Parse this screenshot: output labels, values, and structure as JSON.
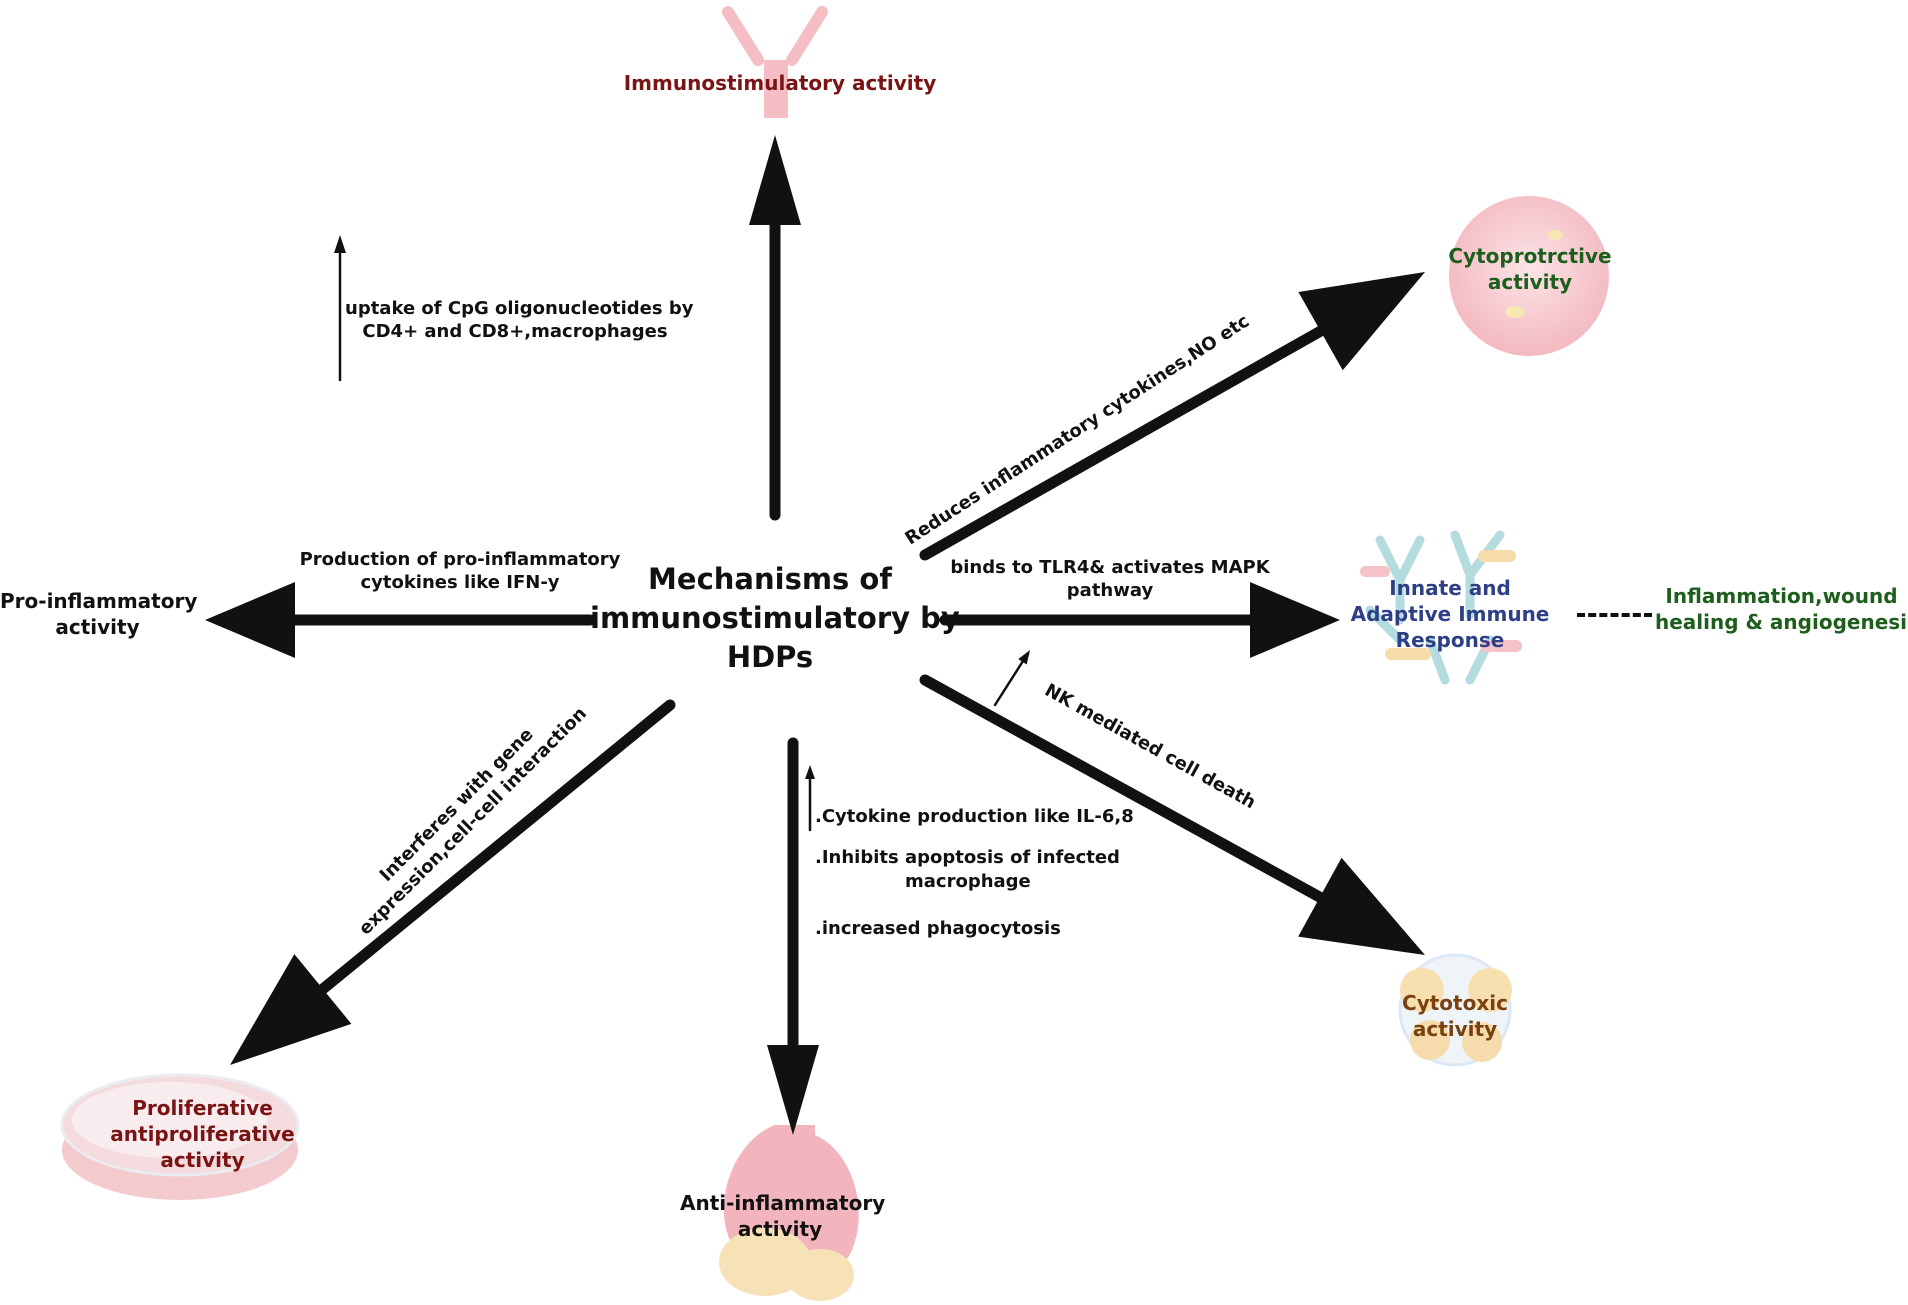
{
  "center": {
    "line1": "Mechanisms of",
    "line2": "immunostimulatory by",
    "line3": "HDPs"
  },
  "outcomes": {
    "immunostimulatory": "Immunostimulatory activity",
    "cytoprotective_1": "Cytoprotrctive",
    "cytoprotective_2": "activity",
    "pro_inflammatory_1": "Pro-inflammatory",
    "pro_inflammatory_2": "activity",
    "innate_1": "Innate and",
    "innate_2": "Adaptive Immune",
    "innate_3": "Response",
    "inflammation_1": "Inflammation,wound",
    "inflammation_2": "healing & angiogenesis",
    "cytotoxic_1": "Cytotoxic",
    "cytotoxic_2": "activity",
    "anti_inflammatory_1": "Anti-inflammatory",
    "anti_inflammatory_2": "activity",
    "proliferative_1": "Proliferative",
    "proliferative_2": "antiproliferative",
    "proliferative_3": "activity"
  },
  "edge_labels": {
    "cpg_1": "uptake of CpG oligonucleotides by",
    "cpg_2": "CD4+ and CD8+,macrophages",
    "reduces": "Reduces inflammatory cytokines,NO etc",
    "pro_inf_1": "Production of pro-inflammatory",
    "pro_inf_2": "cytokines like IFN-y",
    "tlr4_1": "binds to TLR4& activates MAPK",
    "tlr4_2": "pathway",
    "nk": "NK mediated cell death",
    "gene_1": "Interferes with gene",
    "gene_2": "expression,cell-cell interaction",
    "anti_1": ".Cytokine production like IL-6,8",
    "anti_2": ".Inhibits apoptosis of infected",
    "anti_3": "macrophage",
    "anti_4": ".increased phagocytosis"
  },
  "colors": {
    "arrow": "#111111",
    "dark_red": "#7a1414",
    "green": "#1d5e1d",
    "navy": "#2d3f86",
    "brown": "#7a4010",
    "pink": "#f4b8bf",
    "teal": "#9fd0d6",
    "peach": "#f5d79a"
  }
}
